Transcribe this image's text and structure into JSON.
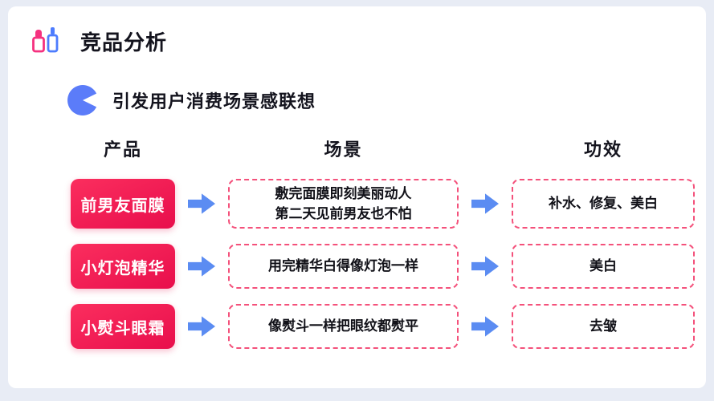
{
  "slide": {
    "title": "竞品分析",
    "subtitle": "引发用户消费场景感联想"
  },
  "columns": [
    "产品",
    "场景",
    "功效"
  ],
  "rows": [
    {
      "product": "前男友面膜",
      "scene": [
        "敷完面膜即刻美丽动人",
        "第二天见前男友也不怕"
      ],
      "effect": "补水、修复、美白"
    },
    {
      "product": "小灯泡精华",
      "scene": [
        "用完精华白得像灯泡一样"
      ],
      "effect": "美白"
    },
    {
      "product": "小熨斗眼霜",
      "scene": [
        "像熨斗一样把眼纹都熨平"
      ],
      "effect": "去皱"
    }
  ],
  "icons": {
    "header": "cosmetics-icon",
    "subtitle": "pacman-icon",
    "arrow": "arrow-right-icon"
  },
  "colors": {
    "background": "#E8ECF5",
    "slide": "#FFFFFF",
    "accent_pink": "#F2124E",
    "dashed_border": "#F4517B",
    "arrow_blue": "#5B8CF2",
    "pacman_blue": "#5B7CF9",
    "text_dark": "#14141E"
  }
}
